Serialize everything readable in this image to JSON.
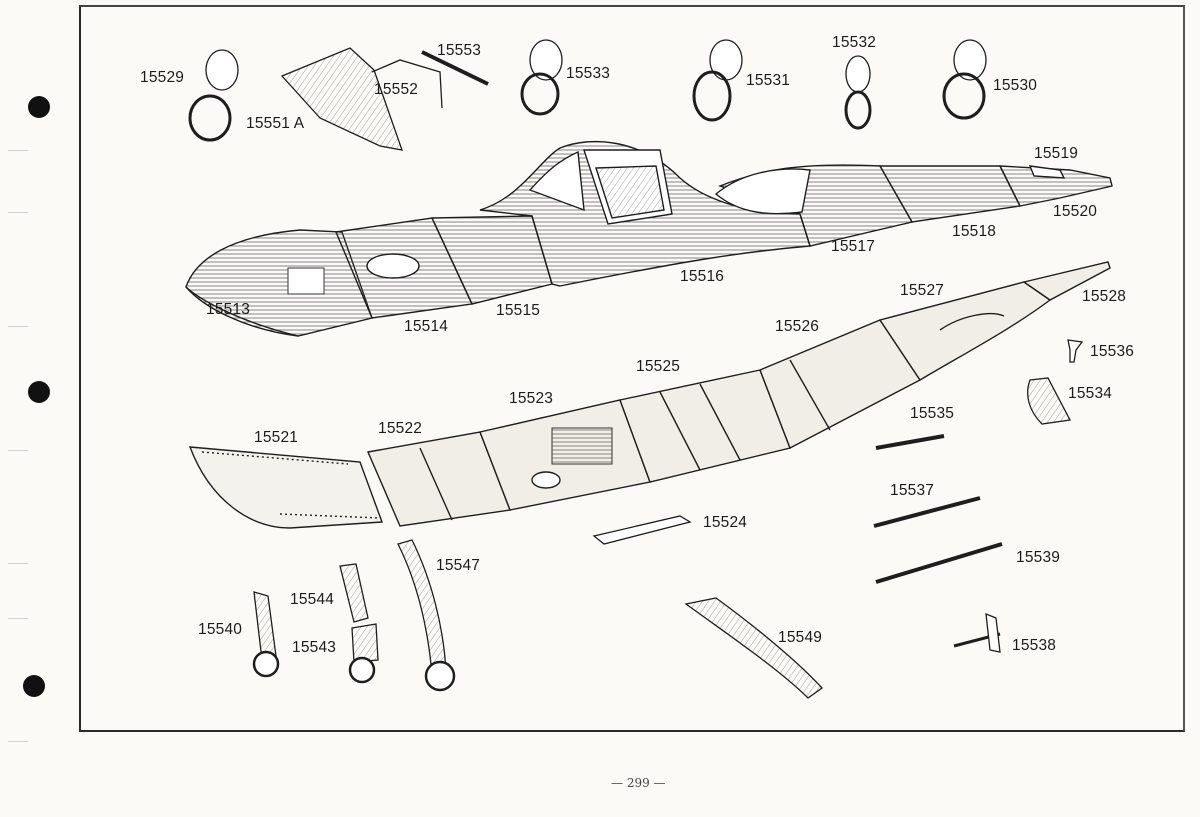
{
  "page_number": "— 299 —",
  "labels": {
    "p15529": "15529",
    "p15551a": "15551 A",
    "p15552": "15552",
    "p15553": "15553",
    "p15533": "15533",
    "p15531": "15531",
    "p15532": "15532",
    "p15530": "15530",
    "p15519": "15519",
    "p15520": "15520",
    "p15518": "15518",
    "p15517": "15517",
    "p15516": "15516",
    "p15515": "15515",
    "p15514": "15514",
    "p15513": "15513",
    "p15527": "15527",
    "p15528": "15528",
    "p15526": "15526",
    "p15536": "15536",
    "p15525": "15525",
    "p15534": "15534",
    "p15523": "15523",
    "p15535": "15535",
    "p15522": "15522",
    "p15521": "15521",
    "p15537": "15537",
    "p15524": "15524",
    "p15539": "15539",
    "p15547": "15547",
    "p15544": "15544",
    "p15540": "15540",
    "p15543": "15543",
    "p15549": "15549",
    "p15538": "15538"
  }
}
